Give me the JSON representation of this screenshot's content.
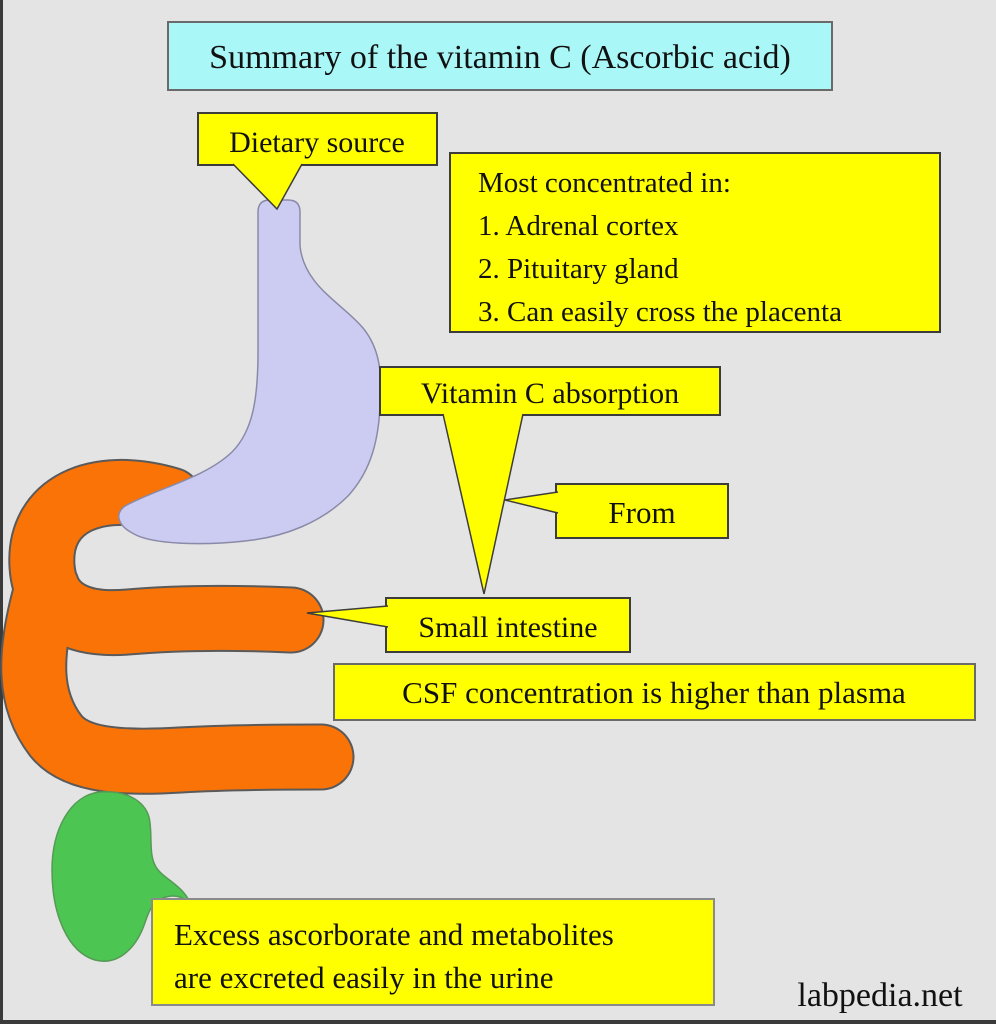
{
  "page": {
    "background": "#e4e4e4",
    "edge_color": "#3a3a3a",
    "watermark": "labpedia.net"
  },
  "title": {
    "label": "Summary of the vitamin C (Ascorbic acid)",
    "bg": "#aaf7f7",
    "border": "#6a6a6a"
  },
  "colors": {
    "box_yellow": "#ffff00",
    "box_border_dark": "#3c3c3c",
    "box_border_gray": "#8a8a8a"
  },
  "callouts": {
    "dietary_source": {
      "label": "Dietary source"
    },
    "most_concentrated": {
      "lines": [
        "Most concentrated in:",
        "1. Adrenal cortex",
        "2. Pituitary gland",
        "3. Can easily cross the placenta"
      ]
    },
    "vitamin_c_absorption": {
      "label": "Vitamin C absorption"
    },
    "from": {
      "label": "From"
    },
    "small_intestine": {
      "label": "Small intestine"
    },
    "csf": {
      "label": "CSF concentration is higher than plasma"
    },
    "excretion": {
      "lines": [
        "Excess ascorborate and metabolites",
        "are excreted easily in the urine"
      ]
    }
  },
  "organs": {
    "stomach": {
      "name": "stomach",
      "color": "#ccccf2"
    },
    "intestine": {
      "name": "small intestine",
      "color": "#f97306"
    },
    "kidney": {
      "name": "kidney",
      "color": "#4dc553"
    }
  }
}
